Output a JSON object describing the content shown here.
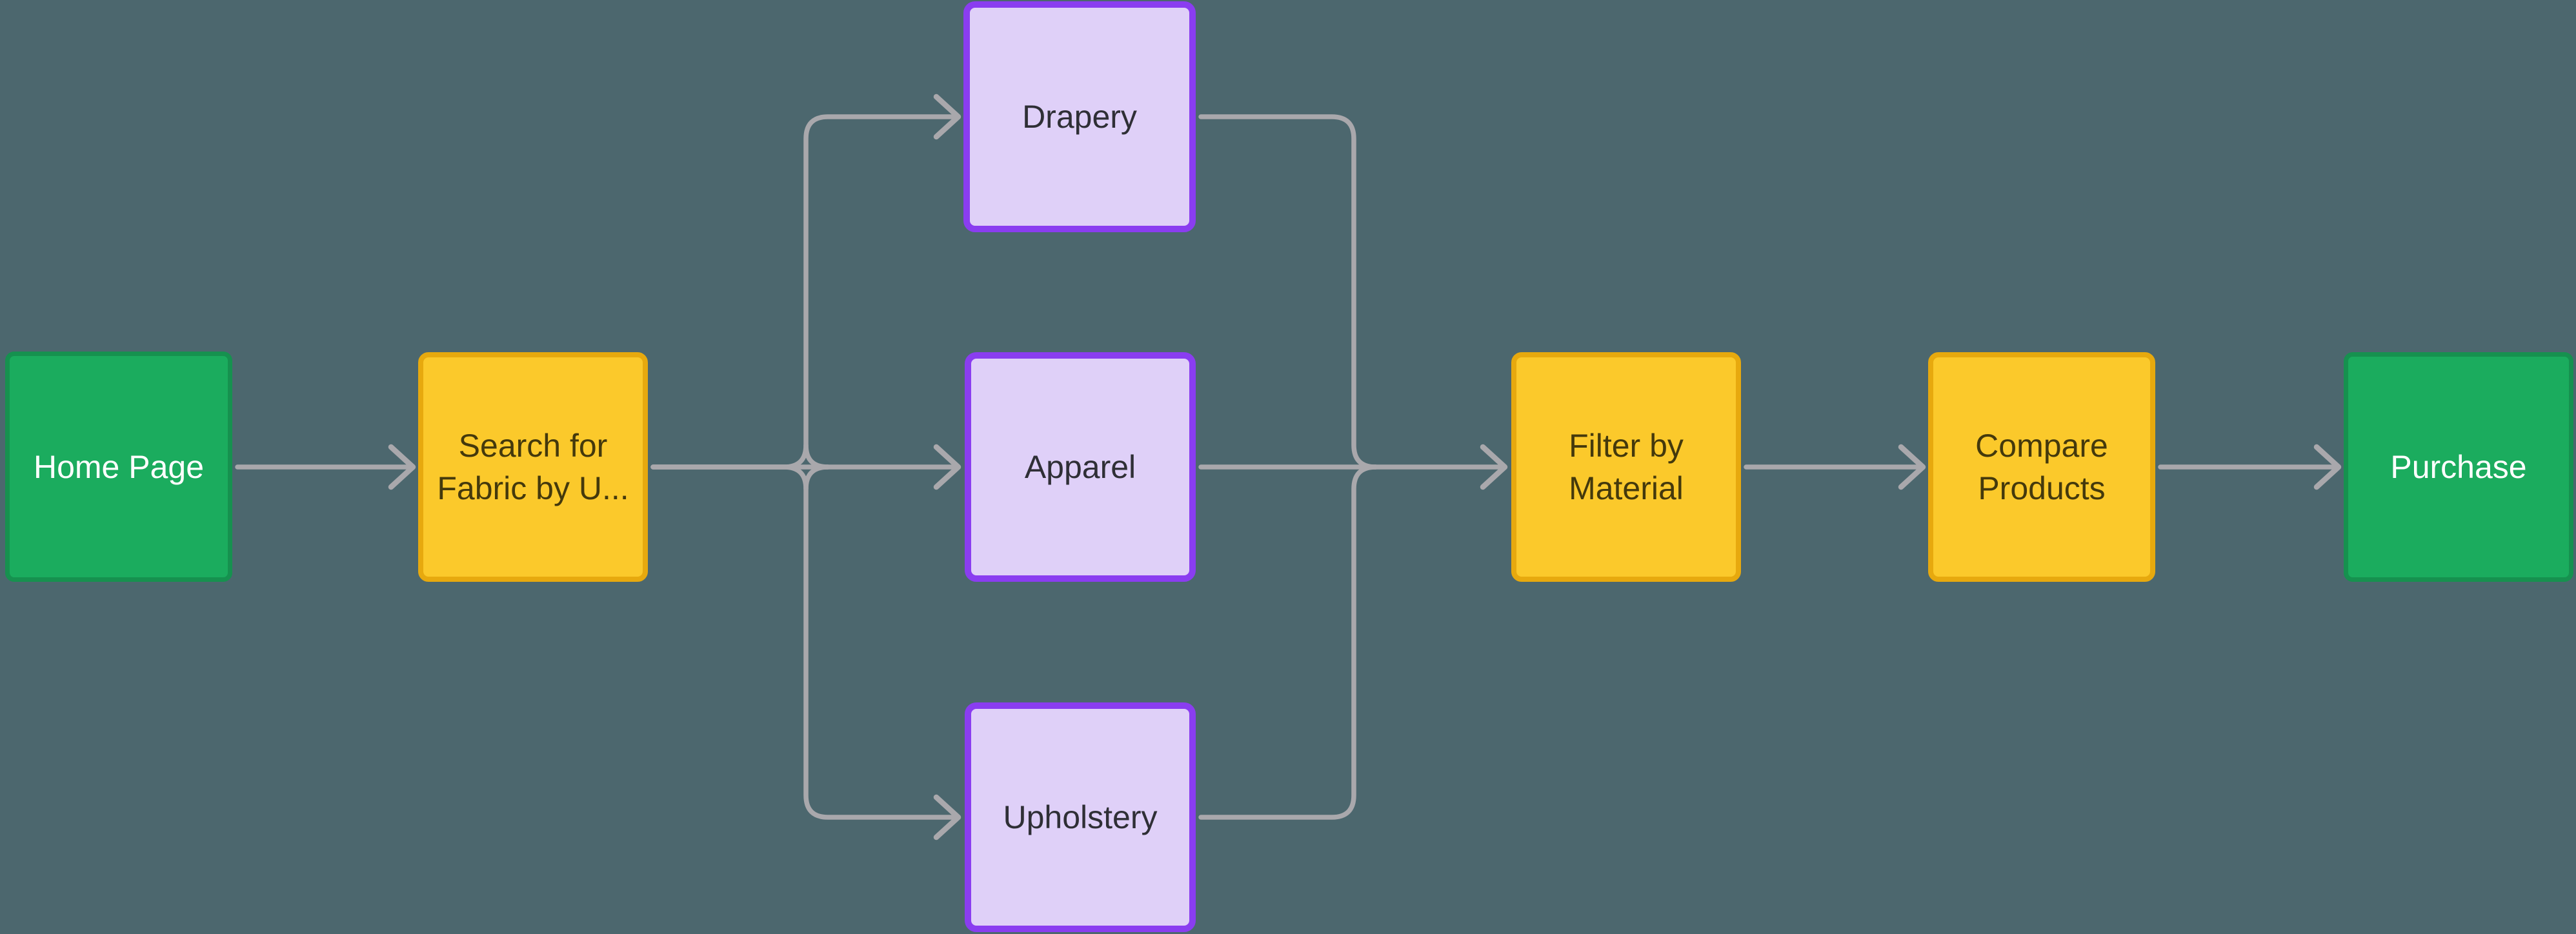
{
  "canvas": {
    "background_color": "#4C676E",
    "connector_color": "#A9A8AC"
  },
  "palette": {
    "green_fill": "#1BAC5E",
    "green_border": "#16914F",
    "green_text": "#FFFFFF",
    "yellow_fill": "#FBC92B",
    "yellow_border": "#E7A90E",
    "yellow_text": "#44390C",
    "purple_fill": "#DFD0F8",
    "purple_border": "#8A3DF0",
    "purple_text": "#2F2F36"
  },
  "nodes": [
    {
      "id": "home",
      "label": "Home Page",
      "color": "green"
    },
    {
      "id": "search",
      "label": "Search for\nFabric by U...",
      "color": "yellow"
    },
    {
      "id": "drapery",
      "label": "Drapery",
      "color": "purple"
    },
    {
      "id": "apparel",
      "label": "Apparel",
      "color": "purple"
    },
    {
      "id": "upholstery",
      "label": "Upholstery",
      "color": "purple"
    },
    {
      "id": "filter",
      "label": "Filter by\nMaterial",
      "color": "yellow"
    },
    {
      "id": "compare",
      "label": "Compare\nProducts",
      "color": "yellow"
    },
    {
      "id": "purchase",
      "label": "Purchase",
      "color": "green"
    }
  ],
  "edges": [
    {
      "from": "home",
      "to": "search"
    },
    {
      "from": "search",
      "to": "drapery"
    },
    {
      "from": "search",
      "to": "apparel"
    },
    {
      "from": "search",
      "to": "upholstery"
    },
    {
      "from": "drapery",
      "to": "filter"
    },
    {
      "from": "apparel",
      "to": "filter"
    },
    {
      "from": "upholstery",
      "to": "filter"
    },
    {
      "from": "filter",
      "to": "compare"
    },
    {
      "from": "compare",
      "to": "purchase"
    }
  ]
}
